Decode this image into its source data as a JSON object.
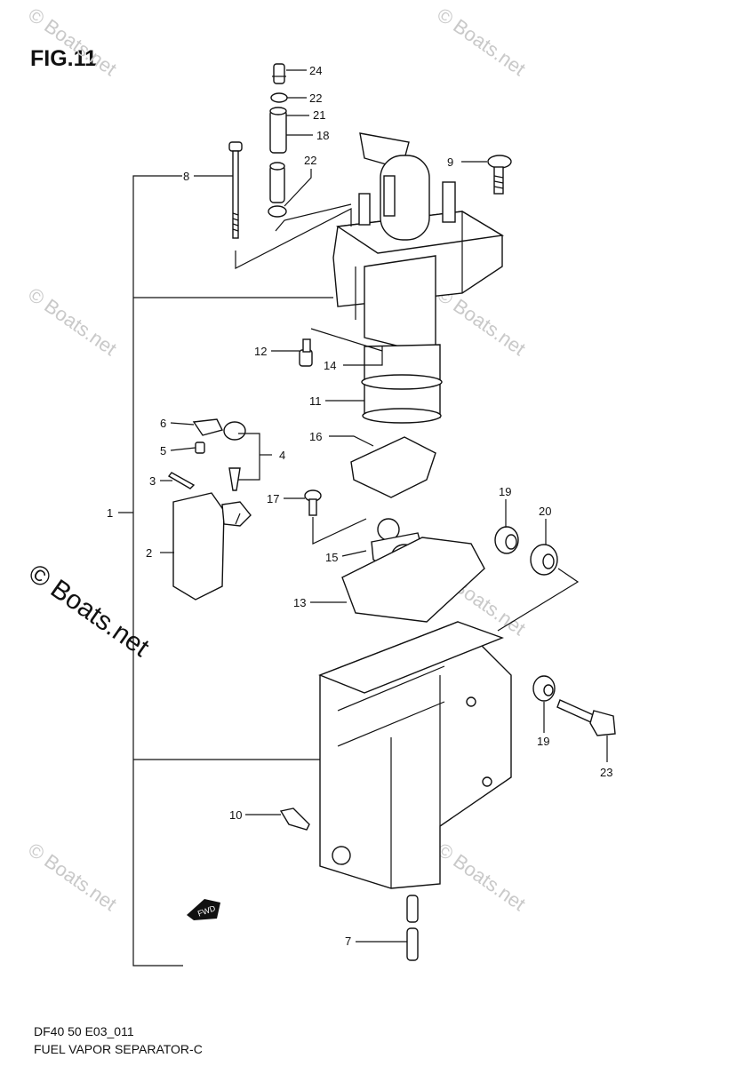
{
  "figure": {
    "title": "FIG.11",
    "code": "DF40 50 E03_011",
    "subtitle": "FUEL VAPOR SEPARATOR-C",
    "watermark": "© Boats.net",
    "watermark_large": "© Boats.net",
    "fwd_label": "FWD"
  },
  "callouts": {
    "c1": "1",
    "c2": "2",
    "c3": "3",
    "c4": "4",
    "c5": "5",
    "c6": "6",
    "c7": "7",
    "c8": "8",
    "c9": "9",
    "c10": "10",
    "c11": "11",
    "c12": "12",
    "c13": "13",
    "c14": "14",
    "c15": "15",
    "c16": "16",
    "c17": "17",
    "c18": "18",
    "c19a": "19",
    "c19b": "19",
    "c20": "20",
    "c21": "21",
    "c22a": "22",
    "c22b": "22",
    "c23": "23",
    "c24": "24"
  }
}
